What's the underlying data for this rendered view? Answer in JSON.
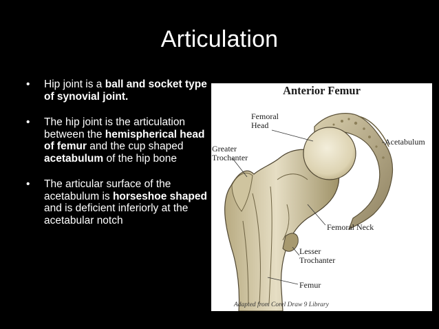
{
  "slide": {
    "title": "Articulation",
    "bullets": [
      {
        "segments": [
          {
            "text": "Hip joint is a ",
            "bold": false
          },
          {
            "text": "ball and socket type of synovial joint.",
            "bold": true
          }
        ]
      },
      {
        "segments": [
          {
            "text": "The hip joint is the articulation between the ",
            "bold": false
          },
          {
            "text": "hemispherical head of femur",
            "bold": true
          },
          {
            "text": " and the cup shaped ",
            "bold": false
          },
          {
            "text": "acetabulum",
            "bold": true
          },
          {
            "text": " of the hip bone",
            "bold": false
          }
        ]
      },
      {
        "segments": [
          {
            "text": "The articular surface of the acetabulum is ",
            "bold": false
          },
          {
            "text": "horseshoe shaped",
            "bold": true
          },
          {
            "text": " and is deficient inferiorly at the acetabular notch",
            "bold": false
          }
        ]
      }
    ],
    "bullet_glyph": "•"
  },
  "figure": {
    "title": "Anterior Femur",
    "labels": {
      "femoral_head": "Femoral\nHead",
      "greater_trochanter": "Greater\nTrochanter",
      "acetabulum": "Acetabulum",
      "femoral_neck": "Femoral Neck",
      "lesser_trochanter": "Lesser\nTrochanter",
      "femur": "Femur"
    },
    "credit": "Adapted from Corel Draw 9 Library"
  },
  "colors": {
    "background": "#000000",
    "text": "#ffffff",
    "bone": "#ddd3b2",
    "bone_shadow": "#8c7f59",
    "cartilage": "#e8e1c6",
    "label": "#1b1b1b"
  }
}
